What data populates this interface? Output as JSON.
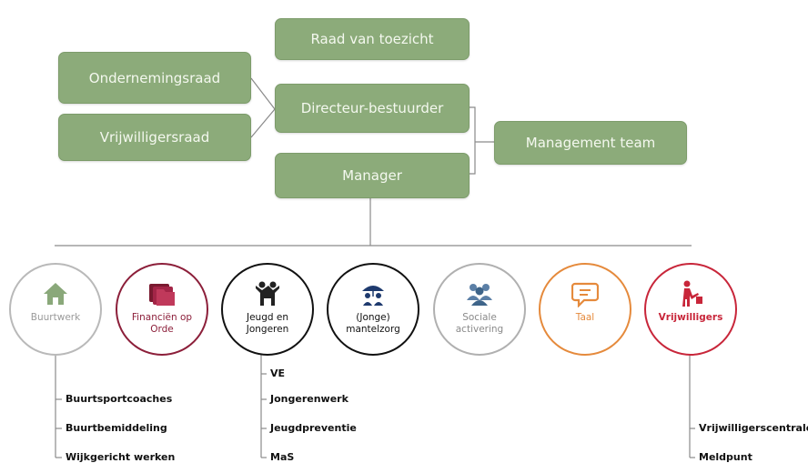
{
  "org": {
    "raad": "Raad van toezicht",
    "ondernemingsraad": "Ondernemingsraad",
    "directeur": "Directeur-bestuurder",
    "vrijwilligersraad": "Vrijwilligersraad",
    "management": "Management team",
    "manager": "Manager"
  },
  "domains": [
    {
      "label": "Buurtwerk",
      "color": "#9a9a9a",
      "icon": "house-icon"
    },
    {
      "label": "Financiën op Orde",
      "color": "#8c1f3a",
      "icon": "folders-icon"
    },
    {
      "label": "Jeugd en Jongeren",
      "color": "#111111",
      "icon": "children-icon"
    },
    {
      "label": "(Jonge) mantelzorg",
      "color": "#111111",
      "icon": "umbrella-people-icon"
    },
    {
      "label": "Sociale activering",
      "color": "#8a8a8a",
      "icon": "group-people-icon"
    },
    {
      "label": "Taal",
      "color": "#e58a3c",
      "icon": "speech-bubble-icon"
    },
    {
      "label": "Vrijwilligers",
      "color": "#c8263a",
      "icon": "volunteer-icon"
    }
  ],
  "lists": {
    "buurtwerk": [
      "Buurtsportcoaches",
      "Buurtbemiddeling",
      "Wijkgericht werken"
    ],
    "jeugd": [
      "VE",
      "Jongerenwerk",
      "Jeugdpreventie",
      "MaS"
    ],
    "vrijwilligers": [
      "Vrijwilligerscentrale",
      "Meldpunt"
    ]
  }
}
